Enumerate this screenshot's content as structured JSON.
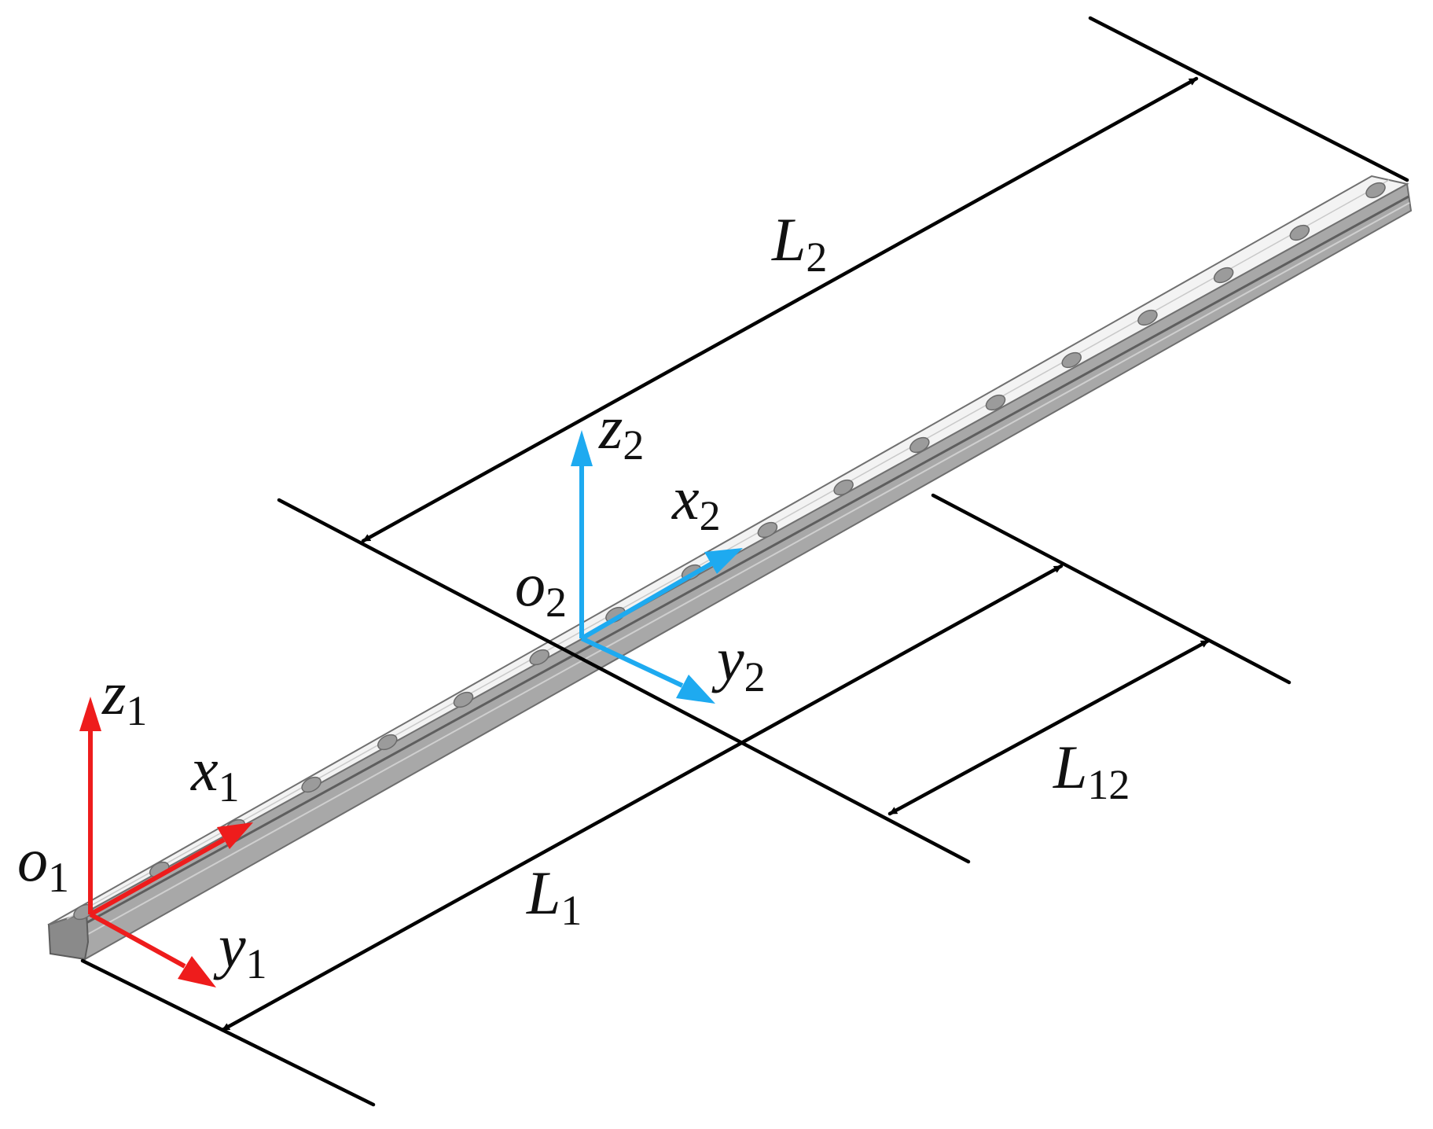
{
  "colors": {
    "background": "#ffffff",
    "dimension": "#000000",
    "frame1": "#ee1c1c",
    "frame2": "#1eaaf0",
    "rail_top": "#f2f2f2",
    "rail_side": "#9a9a9a",
    "rail_edge": "#707070",
    "hole": "#9b9b9b"
  },
  "labels": {
    "L2": {
      "main": "L",
      "sub": "2"
    },
    "L1": {
      "main": "L",
      "sub": "1"
    },
    "L12": {
      "main": "L",
      "sub": "12"
    },
    "z1": {
      "main": "z",
      "sub": "1"
    },
    "x1": {
      "main": "x",
      "sub": "1"
    },
    "y1": {
      "main": "y",
      "sub": "1"
    },
    "o1": {
      "main": "o",
      "sub": "1"
    },
    "z2": {
      "main": "z",
      "sub": "2"
    },
    "x2": {
      "main": "x",
      "sub": "2"
    },
    "y2": {
      "main": "y",
      "sub": "2"
    },
    "o2": {
      "main": "o",
      "sub": "2"
    }
  },
  "icons": {
    "rail": "linear-guide-rail",
    "frame1": "coordinate-frame-1",
    "frame2": "coordinate-frame-2"
  }
}
